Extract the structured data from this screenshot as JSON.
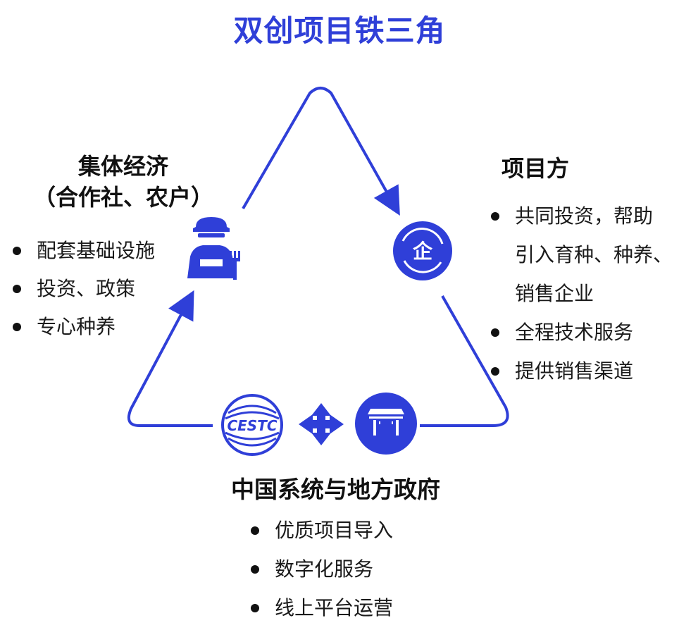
{
  "title": "双创项目铁三角",
  "accent_color": "#2f3fd8",
  "nodes": {
    "collective": {
      "heading_line1": "集体经济",
      "heading_line2": "（合作社、农户）",
      "icon": "farmer-icon",
      "items": [
        "配套基础设施",
        "投资、政策",
        "专心种养"
      ]
    },
    "project_party": {
      "heading": "项目方",
      "icon": "enterprise-icon",
      "icon_label": "企",
      "items": [
        "共同投资，帮助",
        "引入育种、种养、",
        "销售企业",
        "全程技术服务",
        "提供销售渠道"
      ]
    },
    "government": {
      "heading": "中国系统与地方政府",
      "logo_text": "CESTC",
      "icons": [
        "cestc-logo",
        "move-arrows-icon",
        "government-building-icon"
      ],
      "items": [
        "优质项目导入",
        "数字化服务",
        "线上平台运营"
      ]
    }
  }
}
